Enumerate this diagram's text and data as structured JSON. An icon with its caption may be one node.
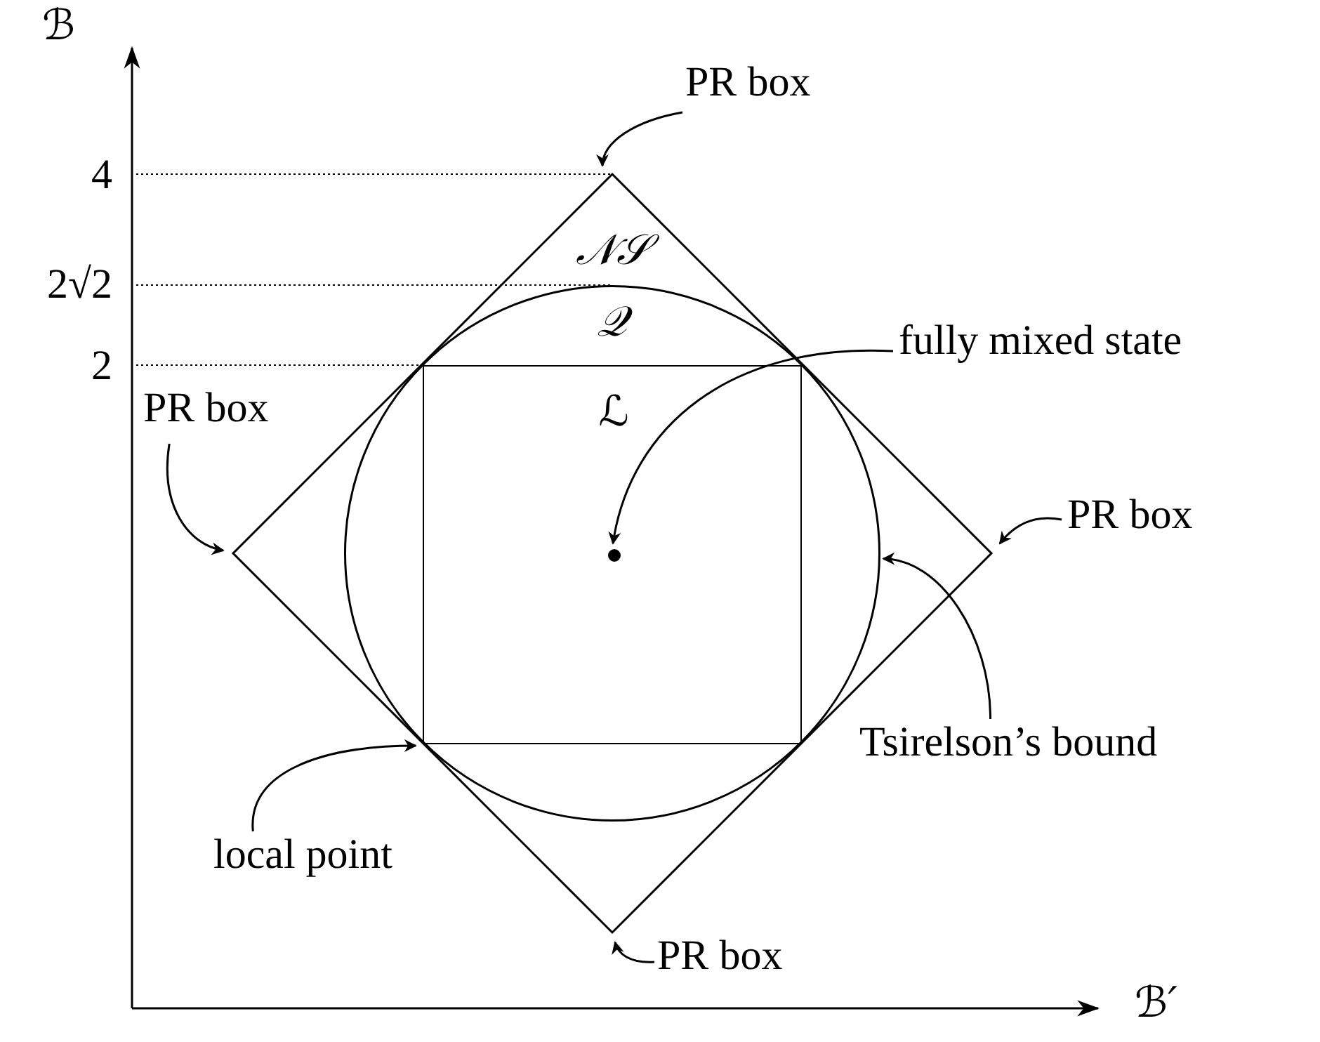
{
  "diagram": {
    "nodes": [
      {
        "text": [
          "𝒩𝒮"
        ]
      },
      {
        "text": [
          "𝒬"
        ],
        "in": 0
      },
      {
        "text": [
          "ℒ"
        ],
        "in": 1
      },
      {
        "text": [
          "PR box"
        ]
      },
      {
        "text": [
          "PR box"
        ]
      },
      {
        "text": [
          "PR box"
        ]
      },
      {
        "text": [
          "PR box"
        ]
      },
      {
        "text": [
          "fully mixed state"
        ]
      },
      {
        "text": [],
        "shape": "circle",
        "in": 2
      },
      {
        "text": [
          "Tsirelson’s bound"
        ]
      },
      {
        "text": [
          "local point"
        ]
      }
    ],
    "edges": [
      {
        "from": 3,
        "to": 0,
        "arrow": "to"
      },
      {
        "from": 4,
        "to": 0,
        "arrow": "to"
      },
      {
        "from": 5,
        "to": 0,
        "arrow": "to"
      },
      {
        "from": 6,
        "to": 0,
        "arrow": "to"
      },
      {
        "from": 7,
        "to": 8,
        "arrow": "to"
      },
      {
        "from": 9,
        "to": 1,
        "arrow": "to"
      },
      {
        "from": 10,
        "to": 2,
        "arrow": "to"
      }
    ],
    "labels": [
      "ℬ",
      "4",
      "2√2",
      "2",
      "ℬ′"
    ]
  }
}
